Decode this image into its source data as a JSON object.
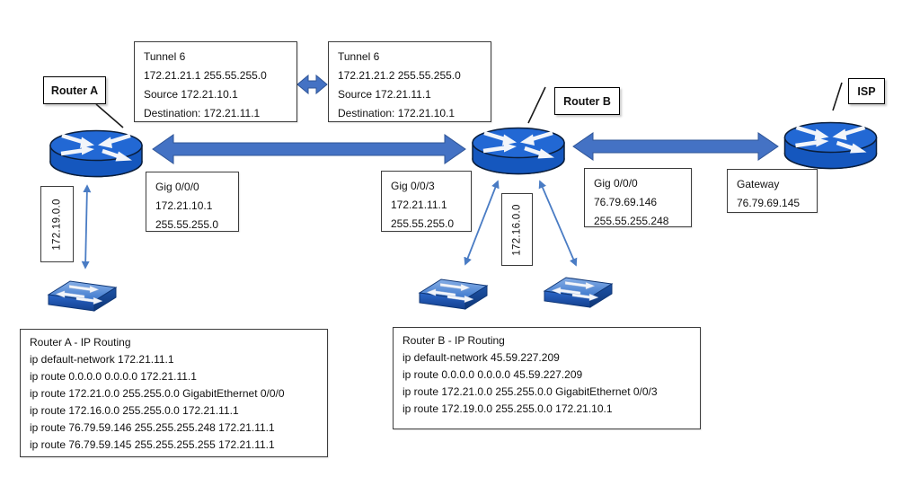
{
  "labels": {
    "router_a": "Router A",
    "router_b": "Router B",
    "isp": "ISP"
  },
  "tunnel_a": {
    "lines": [
      "Tunnel 6",
      "172.21.21.1 255.55.255.0",
      "Source 172.21.10.1",
      "Destination: 172.21.11.1"
    ]
  },
  "tunnel_b": {
    "lines": [
      "Tunnel 6",
      "172.21.21.2 255.55.255.0",
      "Source 172.21.11.1",
      "Destination: 172.21.10.1"
    ]
  },
  "gig_a": {
    "lines": [
      "Gig 0/0/0",
      "172.21.10.1",
      "255.55.255.0"
    ]
  },
  "gig_b_lan": {
    "lines": [
      "Gig 0/0/3",
      "172.21.11.1",
      "255.55.255.0"
    ]
  },
  "gig_b_wan": {
    "lines": [
      "Gig 0/0/0",
      "76.79.69.146",
      "255.55.255.248"
    ]
  },
  "gateway": {
    "lines": [
      "Gateway",
      "76.79.69.145"
    ]
  },
  "network_a": "172.19.0.0",
  "network_b": "172.16.0.0",
  "routing_a": {
    "lines": [
      "Router A - IP Routing",
      "ip default-network 172.21.11.1",
      "ip route 0.0.0.0 0.0.0.0 172.21.11.1",
      "ip route 172.21.0.0 255.255.0.0 GigabitEthernet 0/0/0",
      "ip route 172.16.0.0 255.255.0.0 172.21.11.1",
      "ip route 76.79.59.146 255.255.255.248 172.21.11.1",
      "ip route 76.79.59.145 255.255.255.255 172.21.11.1"
    ]
  },
  "routing_b": {
    "lines": [
      "Router B - IP Routing",
      "ip default-network 45.59.227.209",
      "ip route 0.0.0.0 0.0.0.0 45.59.227.209",
      "ip route 172.21.0.0 255.255.0.0 GigabitEthernet 0/0/3",
      "ip route 172.19.0.0 255.255.0.0 172.21.10.1"
    ]
  },
  "icons": {
    "router": "cisco-router-icon",
    "switch": "workgroup-switch-icon"
  },
  "colors": {
    "arrow_blue": "#4472C4",
    "arrow_edge": "#2F5597",
    "router_blue": "#2268D4",
    "switch_blue": "#4A86D8",
    "box_border": "#3C3C3C"
  }
}
